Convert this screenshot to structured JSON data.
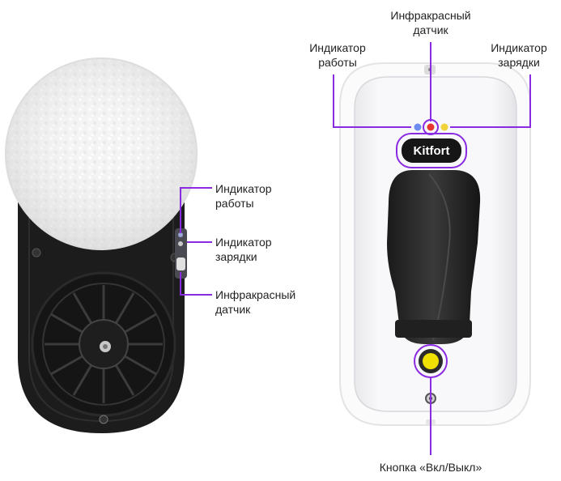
{
  "accent_color": "#8a2be2",
  "left_device": {
    "label_work": "Индикатор\nработы",
    "label_charge": "Индикатор\nзарядки",
    "label_ir": "Инфракрасный\nдатчик"
  },
  "right_device": {
    "brand": "Kitfort",
    "label_ir": "Инфракрасный\nдатчик",
    "label_work": "Индикатор\nработы",
    "label_charge": "Индикатор\nзарядки",
    "label_button": "Кнопка «Вкл/Выкл»",
    "led_colors": [
      "#6f8cf2",
      "#e8352f",
      "#f2d23a"
    ]
  }
}
